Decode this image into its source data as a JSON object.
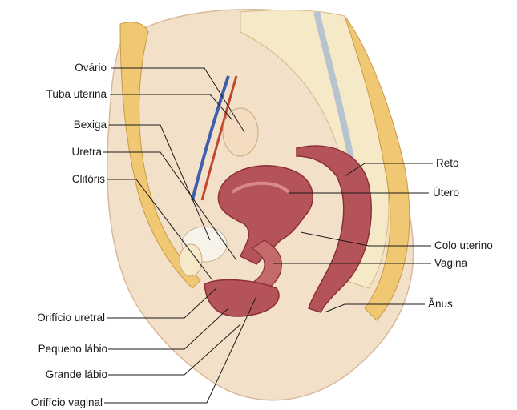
{
  "labels_left": [
    {
      "id": "ovario",
      "text": "Ovário"
    },
    {
      "id": "tuba-uterina",
      "text": "Tuba uterina"
    },
    {
      "id": "bexiga",
      "text": "Bexiga"
    },
    {
      "id": "uretra",
      "text": "Uretra"
    },
    {
      "id": "clitoris",
      "text": "Clitóris"
    },
    {
      "id": "orificio-uretral",
      "text": "Orifício uretral"
    },
    {
      "id": "pequeno-labio",
      "text": "Pequeno lábio"
    },
    {
      "id": "grande-labio",
      "text": "Grande lábio"
    },
    {
      "id": "orificio-vaginal",
      "text": "Orifício vaginal"
    }
  ],
  "labels_right": [
    {
      "id": "reto",
      "text": "Reto"
    },
    {
      "id": "utero",
      "text": "Útero"
    },
    {
      "id": "colo-uterino",
      "text": "Colo uterino"
    },
    {
      "id": "vagina",
      "text": "Vagina"
    },
    {
      "id": "anus",
      "text": "Ânus"
    }
  ],
  "colors": {
    "skin": "#f3e0c8",
    "fat": "#f0c873",
    "bone": "#f6e9c8",
    "muscle": "#b4545a",
    "muscle_dark": "#8c2f3a",
    "mucosa": "#d98a8a",
    "vein": "#3f5fae",
    "artery": "#c2452f",
    "bladder": "#f7f2ea",
    "line": "#1a1a1a"
  }
}
